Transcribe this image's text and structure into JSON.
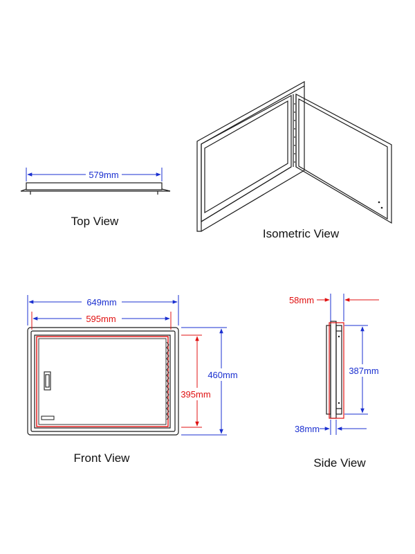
{
  "views": {
    "top": "Top View",
    "isometric": "Isometric View",
    "front": "Front View",
    "side": "Side View"
  },
  "dimensions": {
    "top_width": "579mm",
    "front_outer_width": "649mm",
    "front_inner_width": "595mm",
    "front_outer_height": "460mm",
    "front_inner_height": "395mm",
    "side_depth": "58mm",
    "side_height": "387mm",
    "side_flange": "38mm"
  },
  "colors": {
    "outline": "#1a1a1a",
    "dimension_blue": "#1a2fd0",
    "dimension_red": "#e01010"
  }
}
